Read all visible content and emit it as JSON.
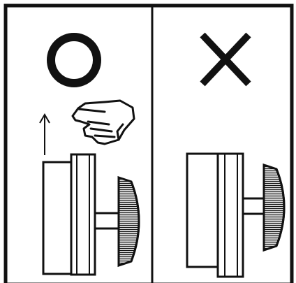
{
  "panels": [
    {
      "verdict": "correct",
      "symbol": "circle-icon",
      "pointer": "pointing-hand-icon",
      "arrow": "up-arrow-icon",
      "device_orientation": "front-facing"
    },
    {
      "verdict": "incorrect",
      "symbol": "cross-icon",
      "device_orientation": "front-facing"
    }
  ],
  "colors": {
    "ink": "#111111",
    "background": "#ffffff"
  }
}
